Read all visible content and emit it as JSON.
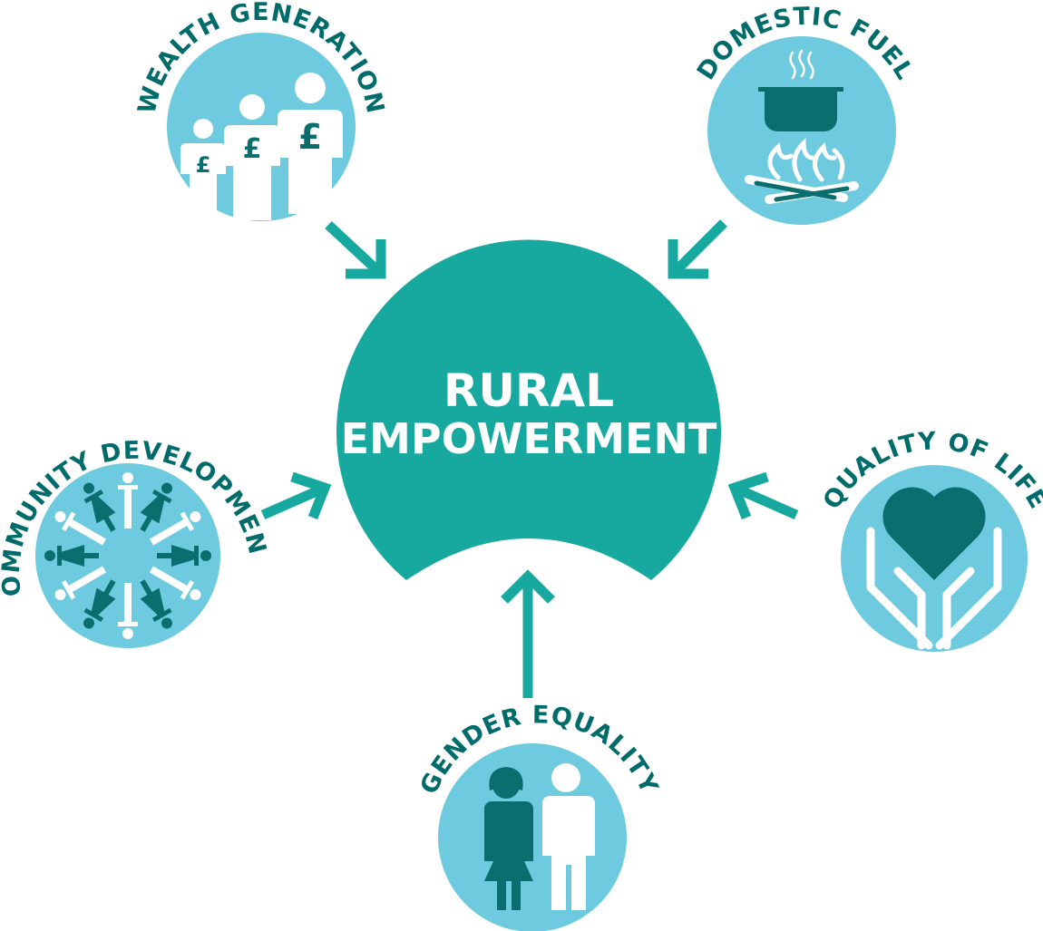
{
  "center": {
    "line1": "RURAL",
    "line2": "EMPOWERMENT"
  },
  "topics": {
    "wealth": {
      "label": "WEALTH GENERATION",
      "icon": "wealth-people-icon",
      "currency": "£"
    },
    "fuel": {
      "label": "DOMESTIC FUEL",
      "icon": "cooking-pot-fire-icon"
    },
    "community": {
      "label": "COMMUNITY DEVELOPMENT",
      "icon": "people-circle-icon"
    },
    "quality": {
      "label": "QUALITY OF LIFE",
      "icon": "heart-hands-icon"
    },
    "gender": {
      "label": "GENDER EQUALITY",
      "icon": "woman-man-icon"
    }
  },
  "colors": {
    "center": "#17a99f",
    "node": "#6ecadf",
    "dark": "#006b6b",
    "arrow": "#17a99f",
    "white": "#ffffff"
  }
}
